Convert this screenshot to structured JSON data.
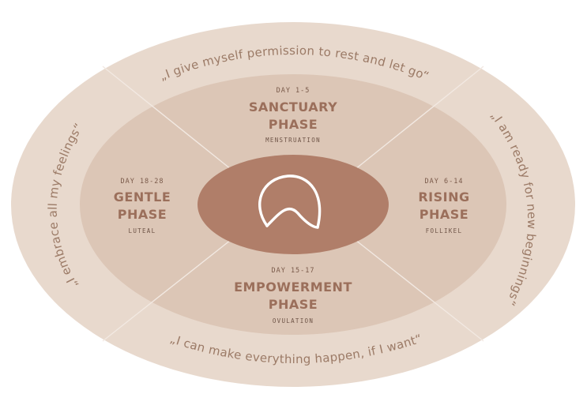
{
  "colors": {
    "outer_ring": "#e8d9cd",
    "middle_ring": "#dcc6b6",
    "center": "#b07e69",
    "divider": "#f2e9e2",
    "text_affirmation": "#9b7a66",
    "text_phase": "#9b6f5b",
    "logo_stroke": "#ffffff"
  },
  "center_icon": "wave-arc-logo-icon",
  "affirmations": {
    "top": "„I give myself permission to rest and let go“",
    "right": "„I am ready for new beginnings“",
    "bottom": "„I can make everything happen, if I want“",
    "left": "„I embrace all my feelings“"
  },
  "phases": {
    "sanctuary": {
      "day": "DAY 1-5",
      "line1": "SANCTUARY",
      "line2": "PHASE",
      "sub": "MENSTRUATION"
    },
    "rising": {
      "day": "DAY 6-14",
      "line1": "RISING",
      "line2": "PHASE",
      "sub": "FOLLIKEL"
    },
    "empowerment": {
      "day": "DAY 15-17",
      "line1": "EMPOWERMENT",
      "line2": "PHASE",
      "sub": "OVULATION"
    },
    "gentle": {
      "day": "DAY 18-28",
      "line1": "GENTLE",
      "line2": "PHASE",
      "sub": "LUTEAL"
    }
  }
}
